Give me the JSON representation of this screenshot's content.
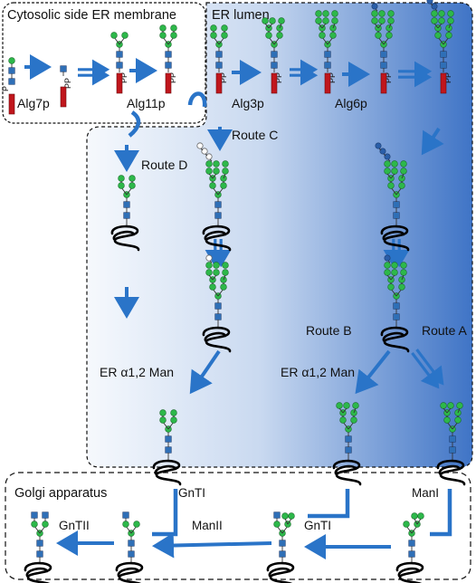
{
  "regions": {
    "cytosolic": "Cytosolic side ER membrane",
    "lumen": "ER lumen",
    "golgi": "Golgi apparatus"
  },
  "enzymes": {
    "alg7p": "Alg7p",
    "alg11p": "Alg11p",
    "alg3p": "Alg3p",
    "alg6p": "Alg6p",
    "er_man_left": "ER α1,2 Man",
    "er_man_right": "ER α1,2 Man",
    "gnti_left": "GnTI",
    "gnti_mid": "GnTI",
    "manI": "ManI",
    "manII": "ManII",
    "gntII": "GnTII"
  },
  "routes": {
    "c": "Route C",
    "d": "Route D",
    "b": "Route B",
    "a": "Route A"
  },
  "colors": {
    "arrow": "#2a74c8",
    "mannose": "#2db84a",
    "glcnac": "#2f6fb6",
    "glucose": "#2a5ea8",
    "lipid": "#c0161c",
    "lumen_light": "#f2f6fc",
    "lumen_dark": "#3b72c4"
  },
  "glyph_text": {
    "p": "P",
    "pp": "PP"
  }
}
